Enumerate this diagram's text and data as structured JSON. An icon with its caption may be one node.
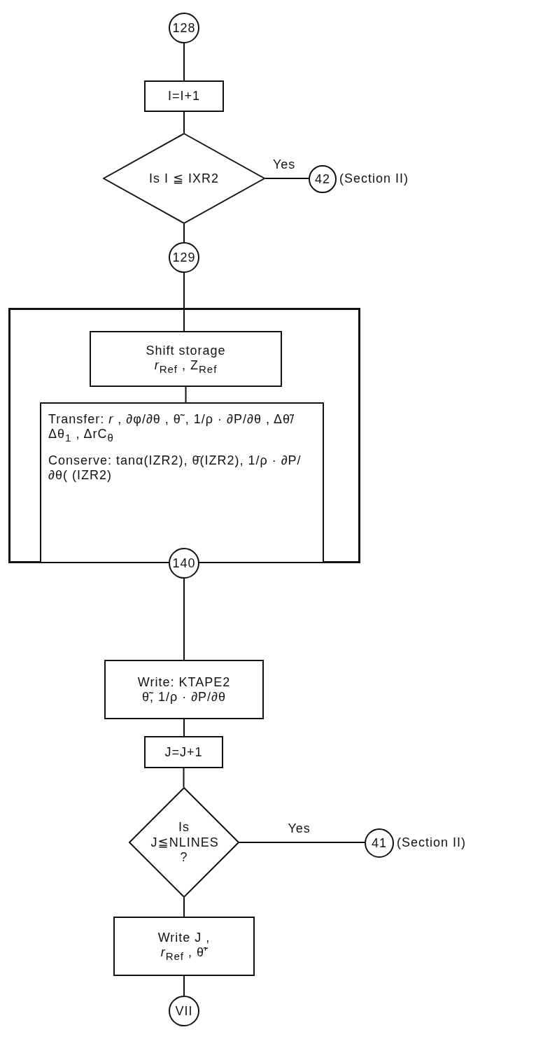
{
  "diagram": {
    "nodes": [
      {
        "text": [
          "128"
        ]
      },
      {
        "text": [
          "I=I+1"
        ]
      },
      {
        "text": [
          "Is I ≦ IXR2"
        ]
      },
      {
        "text": [
          "42"
        ],
        "beside": [
          "(Section II)"
        ]
      },
      {
        "text": [
          "129"
        ]
      },
      {
        "text": [],
        "shape": "box"
      },
      {
        "text": [
          "Shift storage",
          "*r*$_{Ref}$ , Z$_{Ref}$"
        ],
        "in": 5
      },
      {
        "text": [
          "Transfer: *r* , ∂φ/∂θ , θ̃ , 1/ρ · ∂P/∂θ , Δθ̃/Δθ$_{1}$ , ΔrC$_{θ}$",
          "Conserve: tanα(IZR2), θ̄(IZR2), 1/ρ · ∂P/∂θ( (IZR2)"
        ],
        "in": 5
      },
      {
        "text": [
          "140"
        ]
      },
      {
        "text": [
          "Write: KTAPE2",
          "θ̃, 1/ρ · ∂P/∂θ"
        ]
      },
      {
        "text": [
          "J=J+1"
        ]
      },
      {
        "text": [
          "Is J≦NLINES ?"
        ]
      },
      {
        "text": [
          "41"
        ],
        "beside": [
          "(Section II)"
        ]
      },
      {
        "text": [
          "Write J ,",
          "*r*$_{Ref}$ , θ̃′"
        ]
      },
      {
        "text": [
          "VII"
        ]
      }
    ],
    "edges": [
      {
        "from": 0,
        "to": 1,
        "arrow": "none"
      },
      {
        "from": 1,
        "to": 2,
        "arrow": "none"
      },
      {
        "from": 2,
        "to": 3,
        "arrow": "none",
        "label": "Yes"
      },
      {
        "from": 2,
        "to": 4,
        "arrow": "none"
      },
      {
        "from": 4,
        "to": 6,
        "arrow": "none"
      },
      {
        "from": 6,
        "to": 7,
        "arrow": "none"
      },
      {
        "from": 8,
        "to": 9,
        "arrow": "none"
      },
      {
        "from": 9,
        "to": 10,
        "arrow": "none"
      },
      {
        "from": 10,
        "to": 11,
        "arrow": "none"
      },
      {
        "from": 11,
        "to": 12,
        "arrow": "none",
        "label": "Yes"
      },
      {
        "from": 11,
        "to": 13,
        "arrow": "none"
      },
      {
        "from": 13,
        "to": 14,
        "arrow": "none"
      }
    ]
  }
}
